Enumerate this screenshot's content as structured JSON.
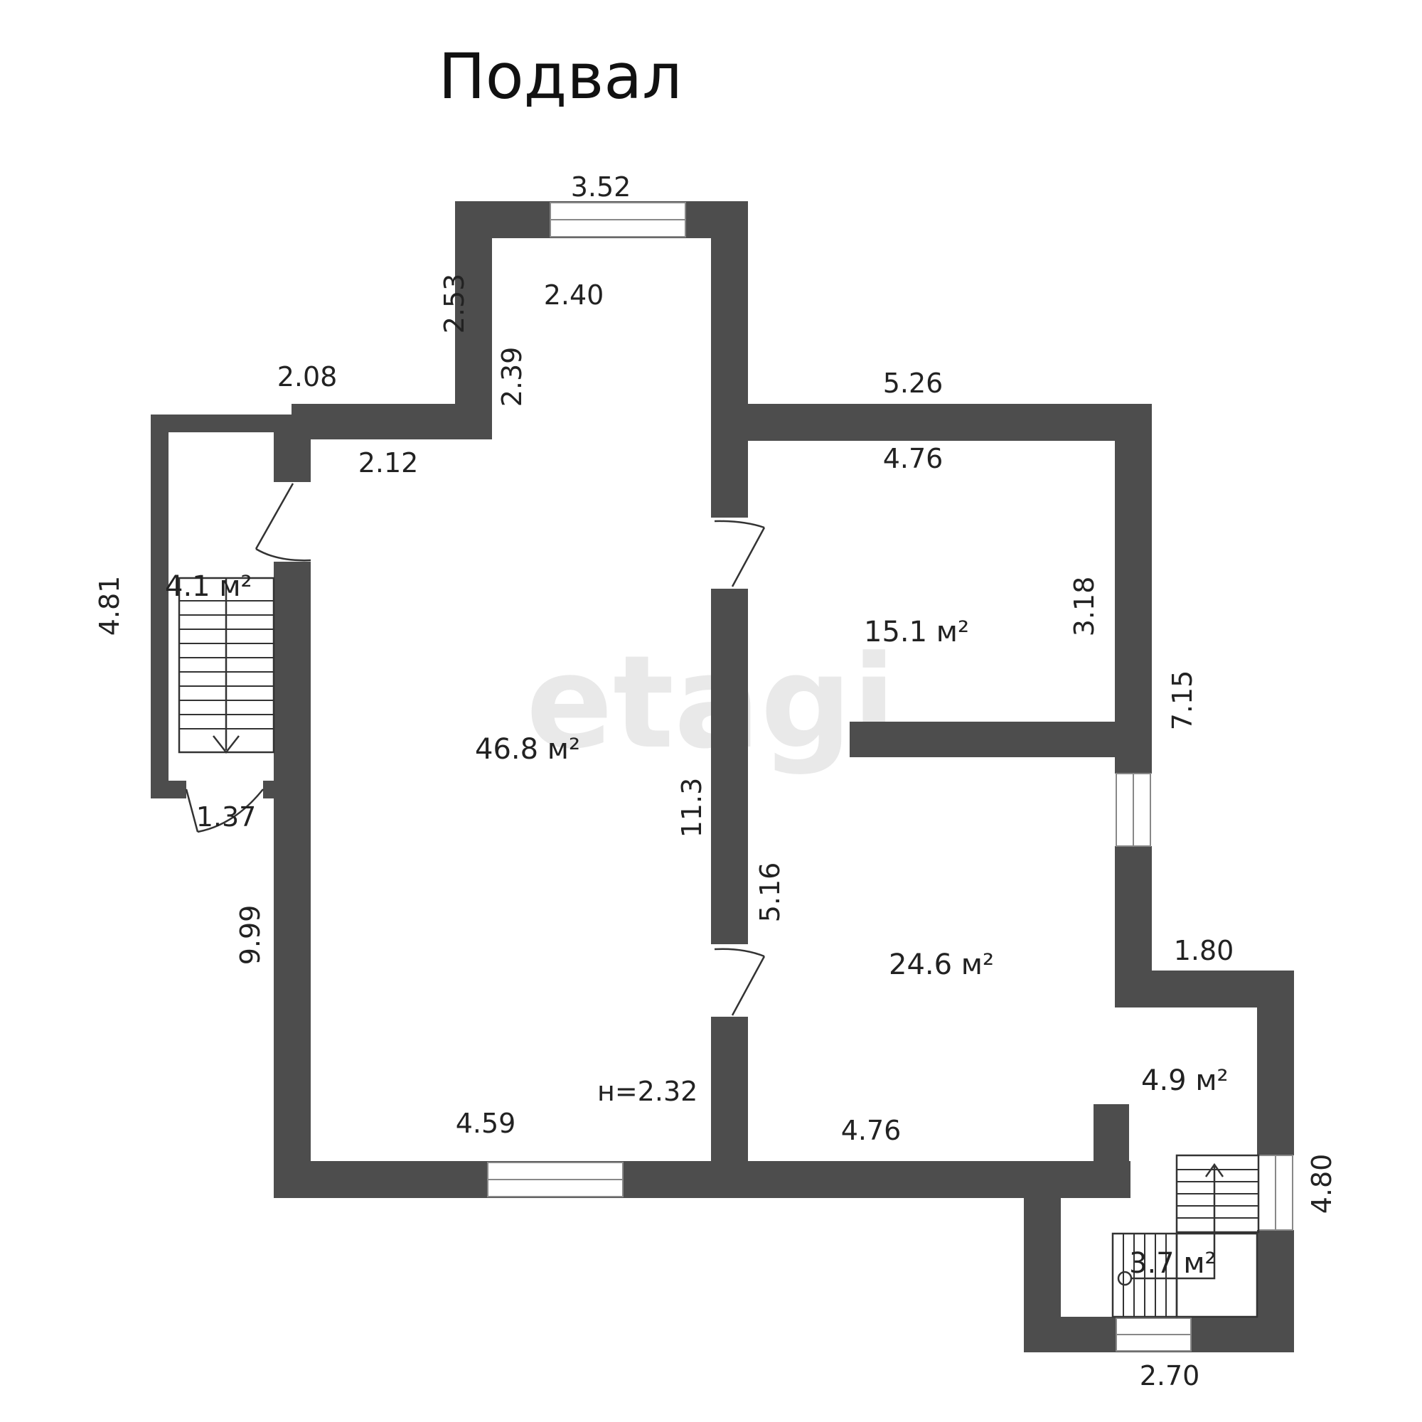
{
  "title": "Подвал",
  "watermark": "etagi",
  "rooms": {
    "main_hall": "46.8 м²",
    "room_top_right": "15.1 м²",
    "room_bottom_right": "24.6 м²",
    "stair_left": "4.1 м²",
    "hall_bottom_right": "4.9 м²",
    "stair_bottom_right": "3.7 м²"
  },
  "height_label": "н=2.32",
  "dimensions": {
    "top_window_width": "3.52",
    "north_inner_width": "2.40",
    "notch_outer_height": "2.53",
    "notch_inner_height": "2.39",
    "left_top_outer": "2.08",
    "left_top_inner": "2.12",
    "left_stair_height": "4.81",
    "left_stair_bottom": "1.37",
    "main_left_height": "9.99",
    "main_bottom_width": "4.59",
    "partition_height": "11.3",
    "right_top_outer": "5.26",
    "right_top_inner": "4.76",
    "room_top_right_height": "3.18",
    "right_outer_height": "7.15",
    "lower_partition_height": "5.16",
    "step_width": "1.80",
    "right_bottom_inner": "4.76",
    "stair_bottom_right_height": "4.80",
    "stair_bottom_right_width": "2.70"
  }
}
